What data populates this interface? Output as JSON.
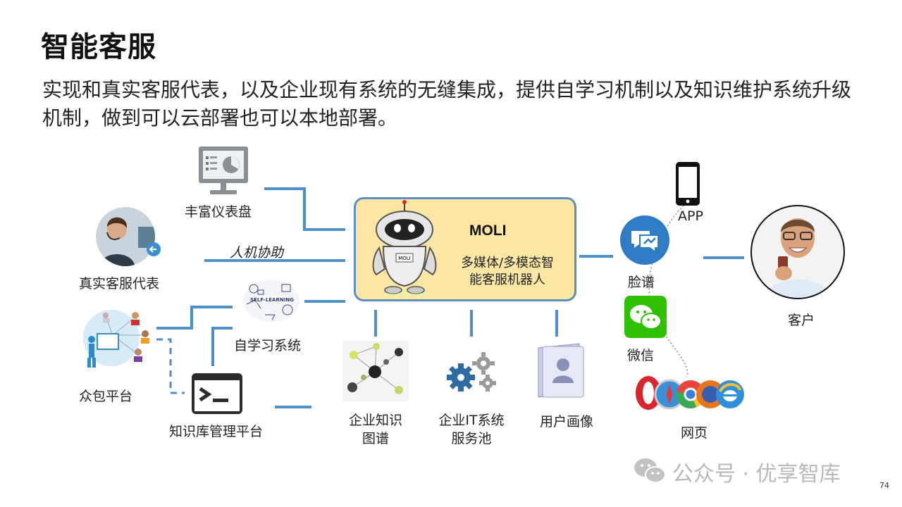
{
  "header": {
    "title": "智能客服",
    "subtitle": "实现和真实客服代表，以及企业现有系统的无缝集成，提供自学习机制以及知识维护系统升级机制，做到可以云部署也可以本地部署。"
  },
  "center": {
    "name": "MOLI",
    "description": "多媒体/多模态智能客服机器人",
    "robot_badge": "MOLI"
  },
  "left": {
    "dashboard": "丰富仪表盘",
    "agent": "真实客服代表",
    "collab": "人机协助",
    "self_learning": "自学习系统",
    "self_learning_badge": "SELF-LEARNING",
    "crowdsourcing": "众包平台",
    "kb_platform": "知识库管理平台"
  },
  "bottom": {
    "knowledge_graph": "企业知识\n图谱",
    "it_pool": "企业IT系统\n服务池",
    "user_profile": "用户画像"
  },
  "right": {
    "app": "APP",
    "lianpu": "脸谱",
    "wechat": "微信",
    "web": "网页",
    "customer": "客户"
  },
  "footer": {
    "watermark": "公众号 · 优享智库",
    "page_number": "74"
  },
  "colors": {
    "line": "#4f8ec9",
    "box_fill": "#fbe7a3",
    "box_border": "#5b8fc1",
    "wechat": "#2dc100",
    "facebook_messenger": "#2f7bc4"
  }
}
